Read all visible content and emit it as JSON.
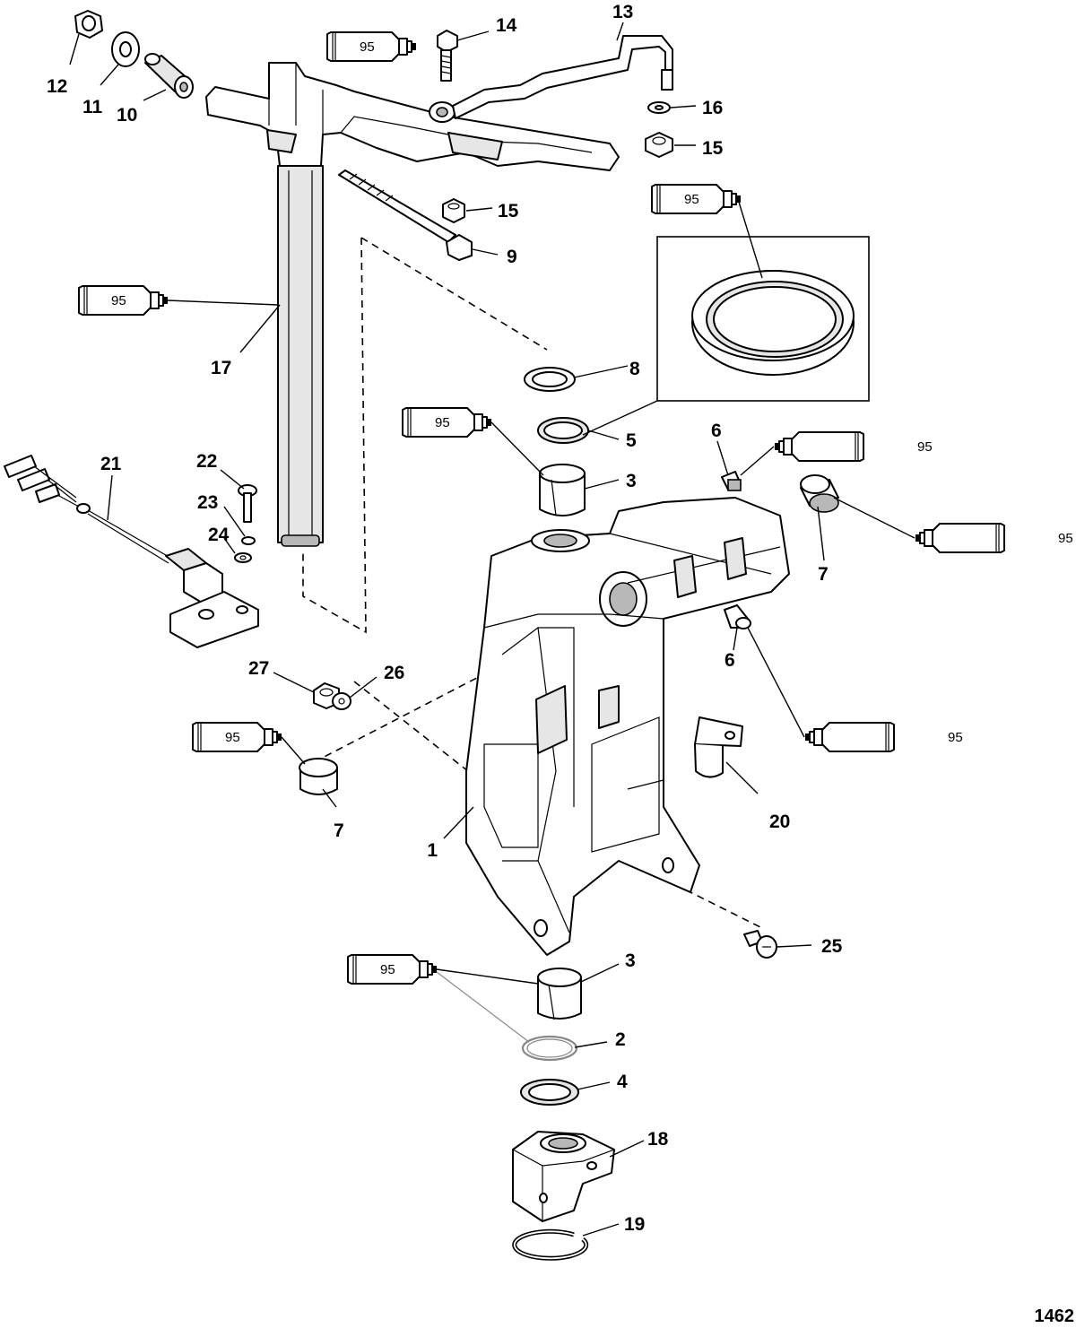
{
  "figure_number": "1462",
  "sealant_label": "95",
  "callouts": [
    {
      "id": "1",
      "text": "1"
    },
    {
      "id": "2",
      "text": "2"
    },
    {
      "id": "3a",
      "text": "3"
    },
    {
      "id": "3b",
      "text": "3"
    },
    {
      "id": "4",
      "text": "4"
    },
    {
      "id": "5",
      "text": "5"
    },
    {
      "id": "6a",
      "text": "6"
    },
    {
      "id": "6b",
      "text": "6"
    },
    {
      "id": "7a",
      "text": "7"
    },
    {
      "id": "7b",
      "text": "7"
    },
    {
      "id": "8",
      "text": "8"
    },
    {
      "id": "9",
      "text": "9"
    },
    {
      "id": "10",
      "text": "10"
    },
    {
      "id": "11",
      "text": "11"
    },
    {
      "id": "12",
      "text": "12"
    },
    {
      "id": "13",
      "text": "13"
    },
    {
      "id": "14",
      "text": "14"
    },
    {
      "id": "15a",
      "text": "15"
    },
    {
      "id": "15b",
      "text": "15"
    },
    {
      "id": "16",
      "text": "16"
    },
    {
      "id": "17",
      "text": "17"
    },
    {
      "id": "18",
      "text": "18"
    },
    {
      "id": "19",
      "text": "19"
    },
    {
      "id": "20",
      "text": "20"
    },
    {
      "id": "21",
      "text": "21"
    },
    {
      "id": "22",
      "text": "22"
    },
    {
      "id": "23",
      "text": "23"
    },
    {
      "id": "24",
      "text": "24"
    },
    {
      "id": "25",
      "text": "25"
    },
    {
      "id": "26",
      "text": "26"
    },
    {
      "id": "27",
      "text": "27"
    }
  ]
}
